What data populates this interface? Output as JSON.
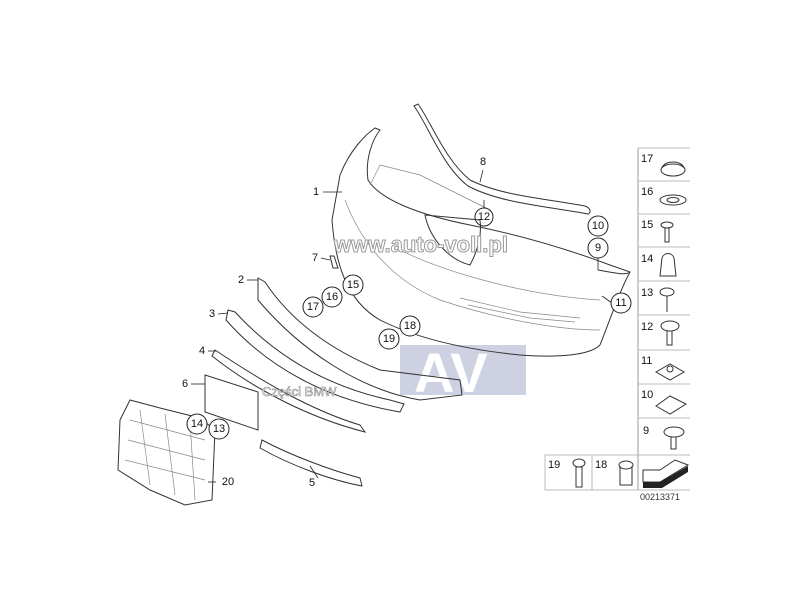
{
  "diagram": {
    "callouts": {
      "c1": "1",
      "c2": "2",
      "c3": "3",
      "c4": "4",
      "c5": "5",
      "c6": "6",
      "c7": "7",
      "c8": "8",
      "c9": "9",
      "c10": "10",
      "c11": "11",
      "c12": "12",
      "c13": "13",
      "c14": "14",
      "c15": "15",
      "c16": "16",
      "c17": "17",
      "c18": "18",
      "c19": "19",
      "c20": "20"
    },
    "side_panel": {
      "rows": [
        "17",
        "16",
        "15",
        "14",
        "13",
        "12",
        "11",
        "10",
        "9"
      ],
      "bottom": [
        "19",
        "18"
      ]
    },
    "drawing_number": "00213371"
  },
  "watermarks": {
    "url": "www.auto-voll.pl",
    "logo": "AV",
    "caption": "Części BMW",
    "logo_color": "#c5c9dc"
  }
}
